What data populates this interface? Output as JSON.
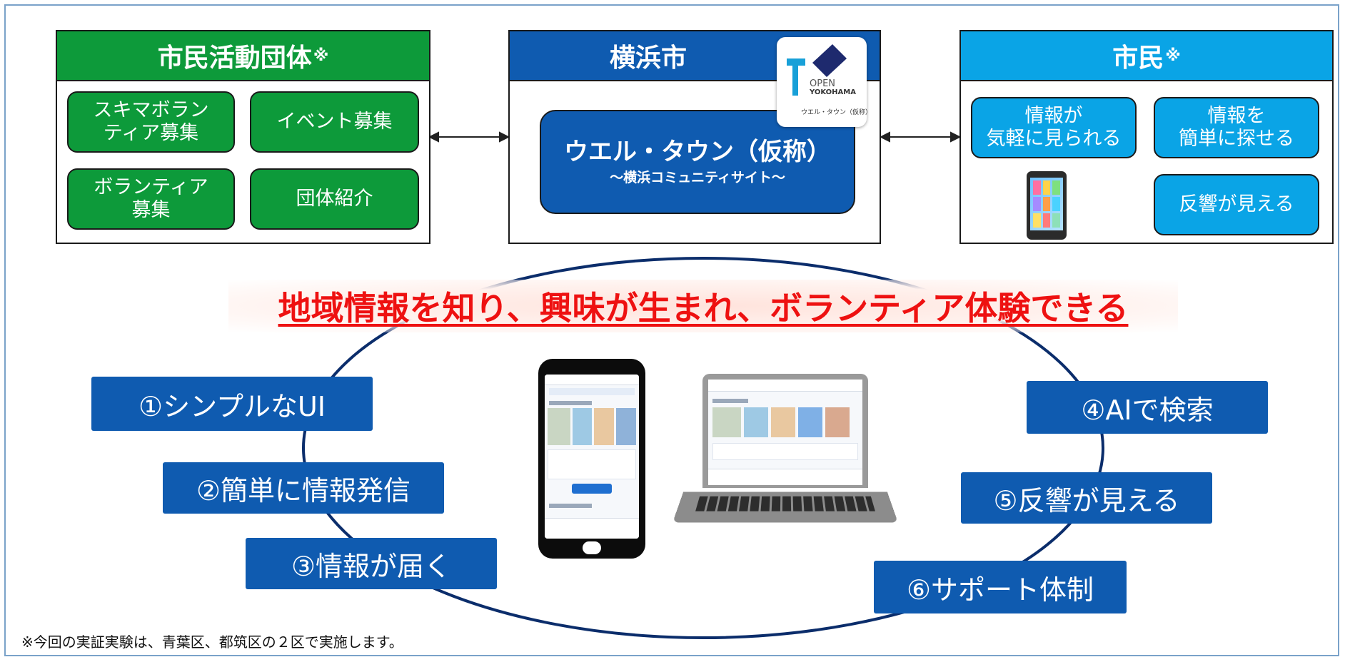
{
  "org": {
    "title": "市民活動団体",
    "mark": "※",
    "items": [
      "スキマボラン\nティア募集",
      "イベント募集",
      "ボランティア\n募集",
      "団体紹介"
    ]
  },
  "city": {
    "title": "横浜市",
    "main_button": "ウエル・タウン（仮称）",
    "main_sub": "～横浜コミュニティサイト～",
    "logo": {
      "top": "OPEN",
      "brand": "YOKOHAMA",
      "caption": "ウエル・タウン（仮称）"
    }
  },
  "citizen": {
    "title": "市民",
    "mark": "※",
    "items": [
      "情報が\n気軽に見られる",
      "情報を\n簡単に探せる",
      "反響が見える"
    ],
    "icon": "smartphone-icon"
  },
  "headline": "地域情報を知り、興味が生まれ、ボランティア体験できる",
  "features": {
    "f1": "①シンプルなUI",
    "f2": "②簡単に情報発信",
    "f3": "③情報が届く",
    "f4": "④AIで検索",
    "f5": "⑤反響が見える",
    "f6": "⑥サポート体制"
  },
  "devices": [
    "smartphone-screenshot",
    "laptop-screenshot"
  ],
  "footnote": "※今回の実証実験は、青葉区、都筑区の２区で実施します。",
  "colors": {
    "green": "#0d9a3a",
    "navy": "#0f5bb0",
    "sky": "#0aa4e6",
    "red": "#ee1111"
  }
}
